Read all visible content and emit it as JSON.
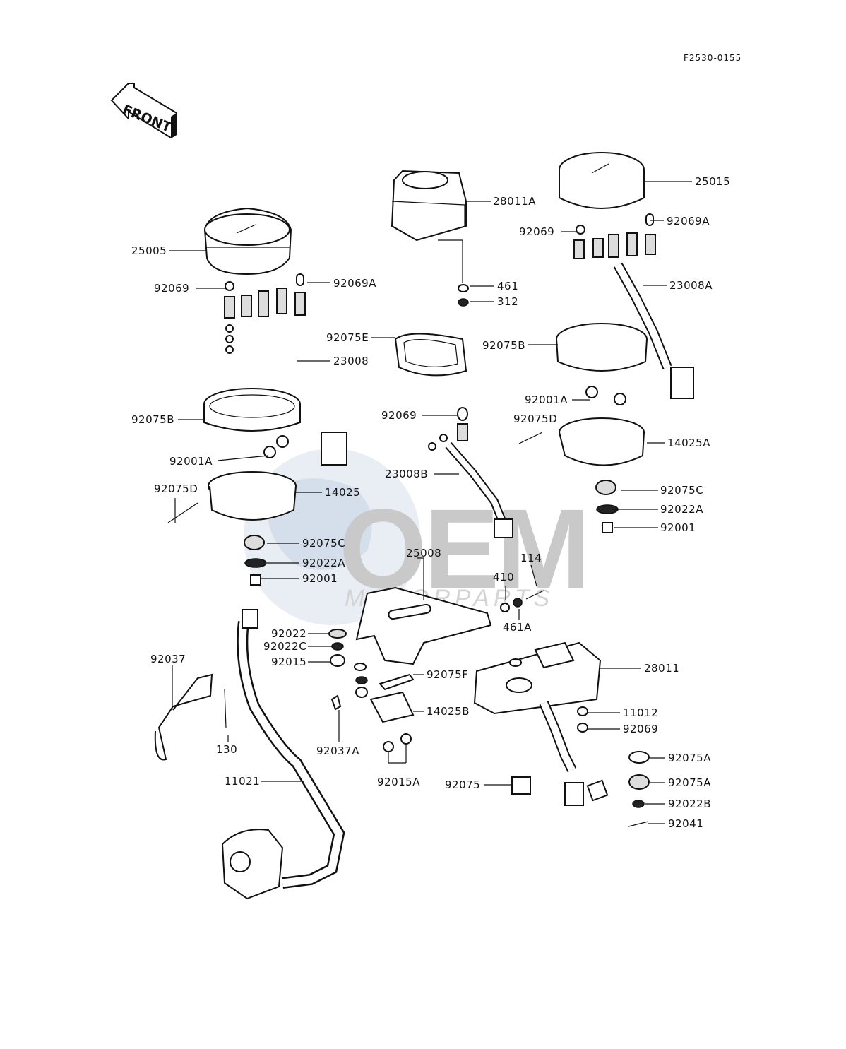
{
  "diagram_code": "F2530-0155",
  "front_label": "FRONT",
  "watermark": {
    "main": "OEM",
    "sub": "MOTORPARTS"
  },
  "labels": [
    "25015",
    "28011A",
    "92069A",
    "92069",
    "25005",
    "92069A",
    "92069",
    "461",
    "312",
    "23008A",
    "92075E",
    "92075B",
    "23008",
    "92001A",
    "92075D",
    "92069",
    "92075B",
    "14025A",
    "92001A",
    "92075C",
    "23008B",
    "92022A",
    "92075D",
    "14025",
    "92001",
    "92075C",
    "25008",
    "114",
    "92022A",
    "410",
    "92001",
    "461A",
    "92022",
    "92022C",
    "28011",
    "92015",
    "92037",
    "92075F",
    "11012",
    "14025B",
    "92069",
    "130",
    "92037A",
    "92075A",
    "11021",
    "92015A",
    "92075",
    "92075A",
    "92022B",
    "92041"
  ]
}
